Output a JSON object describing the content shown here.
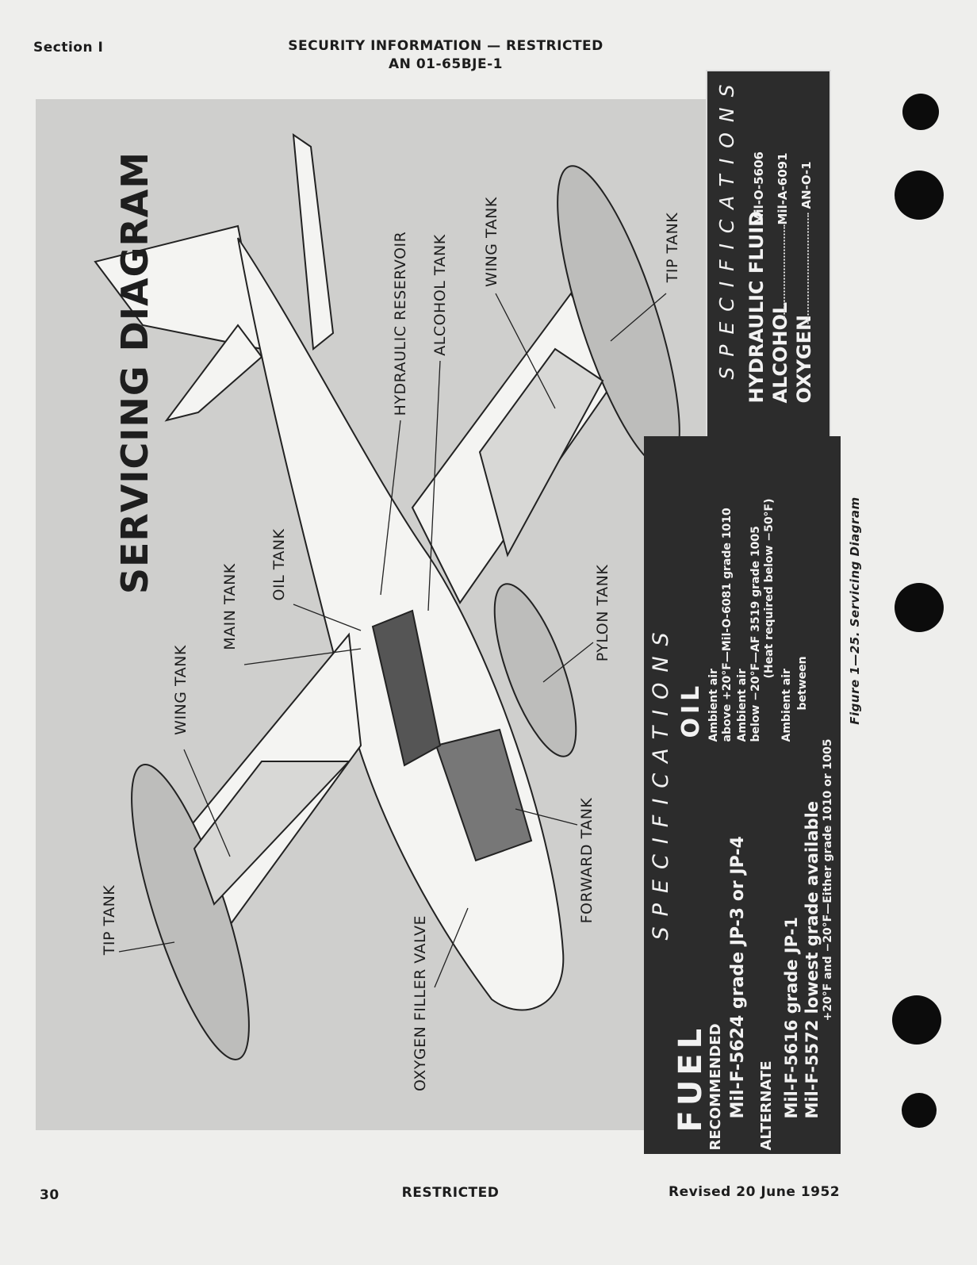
{
  "header": {
    "section": "Section I",
    "security": "SECURITY INFORMATION — RESTRICTED",
    "doc_number": "AN 01-65BJE-1"
  },
  "diagram": {
    "title": "SERVICING DIAGRAM",
    "labels": {
      "tip_tank_left": "TIP TANK",
      "wing_tank_left": "WING TANK",
      "main_tank": "MAIN TANK",
      "oil_tank": "OIL TANK",
      "hydraulic_reservoir": "HYDRAULIC RESERVOIR",
      "alcohol_tank": "ALCOHOL TANK",
      "wing_tank_right": "WING TANK",
      "tip_tank_right": "TIP TANK",
      "pylon_tank": "PYLON TANK",
      "forward_tank": "FORWARD TANK",
      "oxygen_filler_valve": "OXYGEN FILLER VALVE"
    }
  },
  "specs_top": {
    "heading": "SPECIFICATIONS",
    "rows": [
      {
        "name": "HYDRAULIC FLUID",
        "value": "Mil-O-5606"
      },
      {
        "name": "ALCOHOL",
        "value": "Mil-A-6091"
      },
      {
        "name": "OXYGEN",
        "value": "AN-O-1"
      }
    ]
  },
  "specs_main": {
    "heading": "SPECIFICATIONS",
    "fuel": {
      "title": "FUEL",
      "recommended_label": "RECOMMENDED",
      "recommended": "Mil-F-5624 grade JP-3 or JP-4",
      "alternate_label": "ALTERNATE",
      "alternate": [
        "Mil-F-5616 grade JP-1",
        "Mil-F-5572 lowest grade available"
      ]
    },
    "oil": {
      "title": "OIL",
      "lines": [
        "Ambient air",
        "above +20°F—Mil-O-6081 grade 1010",
        "Ambient air",
        "below −20°F—AF 3519 grade 1005",
        "(Heat required below −50°F)",
        "Ambient air",
        "between",
        "+20°F and −20°F—Either grade 1010 or 1005"
      ]
    }
  },
  "caption": "Figure 1—25. Servicing Diagram",
  "footer": {
    "page": "30",
    "classification": "RESTRICTED",
    "revised": "Revised 20 June 1952"
  }
}
